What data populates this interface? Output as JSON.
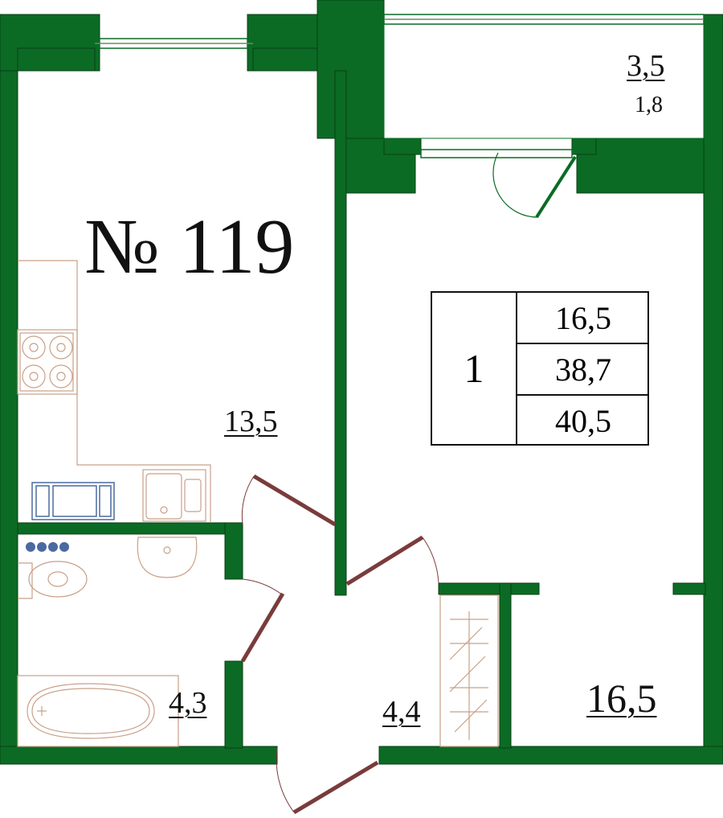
{
  "plan": {
    "apartment_number": "№ 119",
    "wall_color": "#0b6b24",
    "furniture_color": "#c9a088",
    "door_color": "#7a3b3b",
    "rooms": {
      "kitchen_area": "13,5",
      "bathroom_area": "4,3",
      "hallway_area": "4,4",
      "living_room_area": "16,5",
      "balcony_area": "3,5",
      "balcony_coefficient": "1,8"
    },
    "summary": {
      "room_count": "1",
      "living_area": "16,5",
      "total_area": "38,7",
      "total_area_with_balcony": "40,5"
    }
  }
}
